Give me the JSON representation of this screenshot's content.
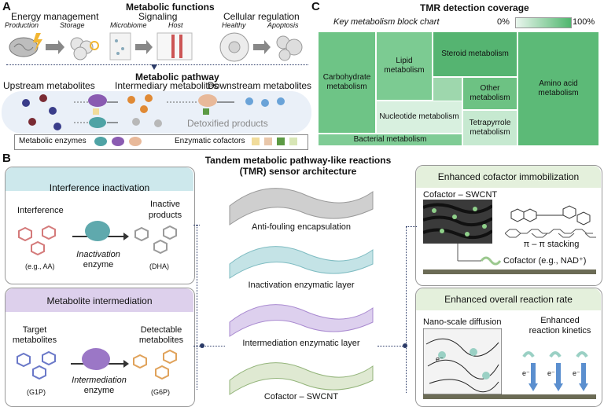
{
  "panelA": {
    "letter": "A",
    "title": "Metabolic functions",
    "energy": {
      "title": "Energy management",
      "left": "Production",
      "right": "Storage"
    },
    "signaling": {
      "title": "Signaling",
      "left": "Microbiome",
      "right": "Host"
    },
    "regulation": {
      "title": "Cellular regulation",
      "left": "Healthy",
      "right": "Apoptosis"
    },
    "pathway_title": "Metabolic pathway",
    "upstream": "Upstream metabolites",
    "intermediary": "Intermediary metabolites",
    "downstream": "Downstream metabolites",
    "detoxified": "Detoxified products",
    "legend_enzymes": "Metabolic enzymes",
    "legend_cofactors": "Enzymatic cofactors"
  },
  "panelB": {
    "letter": "B",
    "title_line1": "Tandem metabolic pathway-like reactions",
    "title_line2": "(TMR) sensor architecture",
    "interference": {
      "header": "Interference inactivation",
      "left_label": "Interference",
      "left_example": "(e.g., AA)",
      "right_label_1": "Inactive",
      "right_label_2": "products",
      "right_example": "(DHA)",
      "enzyme_1": "Inactivation",
      "enzyme_2": "enzyme"
    },
    "intermediation": {
      "header": "Metabolite intermediation",
      "left_label_1": "Target",
      "left_label_2": "metabolites",
      "left_example": "(G1P)",
      "right_label_1": "Detectable",
      "right_label_2": "metabolites",
      "right_example": "(G6P)",
      "enzyme_1": "Intermediation",
      "enzyme_2": "enzyme"
    },
    "layers": {
      "anti_fouling": "Anti-fouling encapsulation",
      "inactivation": "Inactivation enzymatic layer",
      "intermediation": "Intermediation enzymatic layer",
      "cofactor": "Cofactor – SWCNT"
    },
    "cofactor_box": {
      "header": "Enhanced cofactor immobilization",
      "inset_label": "Cofactor – SWCNT",
      "stacking": "π – π stacking",
      "cofactor_label": "Cofactor (e.g., NAD⁺)"
    },
    "rate_box": {
      "header": "Enhanced overall reaction rate",
      "left": "Nano-scale diffusion",
      "right_1": "Enhanced",
      "right_2": "reaction kinetics",
      "electron": "e⁻"
    }
  },
  "panelC": {
    "letter": "C",
    "title": "TMR detection coverage",
    "subtitle": "Key metabolism block chart",
    "scale_min": "0%",
    "scale_max": "100%",
    "scale_colors": [
      "#eaf6ee",
      "#4fb66d"
    ],
    "blocks": {
      "carbohydrate": "Carbohydrate metabolism",
      "lipid": "Lipid metabolism",
      "steroid": "Steroid metabolism",
      "other": "Other metabolism",
      "amino": "Amino acid metabolism",
      "nucleotide": "Nucleotide metabolism",
      "tetrapyrrole": "Tetrapyrrole metabolism",
      "bacterial": "Bacterial metabolism"
    }
  }
}
